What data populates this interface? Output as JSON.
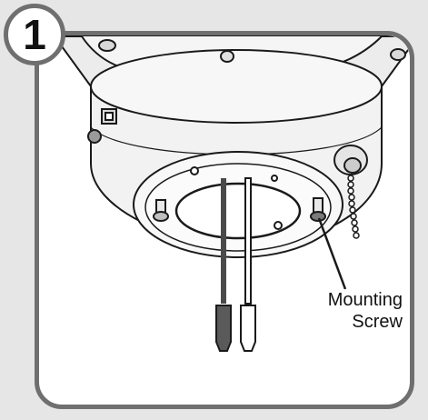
{
  "step": {
    "number": "1"
  },
  "callout": {
    "line1": "Mounting",
    "line2": "Screw"
  },
  "colors": {
    "frame_border": "#6f6f6f",
    "background": "#e6e6e6",
    "housing_fill": "#f2f2f2",
    "outline": "#1a1a1a",
    "dark_wire": "#4a4a4a",
    "light_wire": "#ffffff"
  },
  "icons": [
    "mounting-screw-icon",
    "pull-chain-icon",
    "wire-connector-icon"
  ]
}
